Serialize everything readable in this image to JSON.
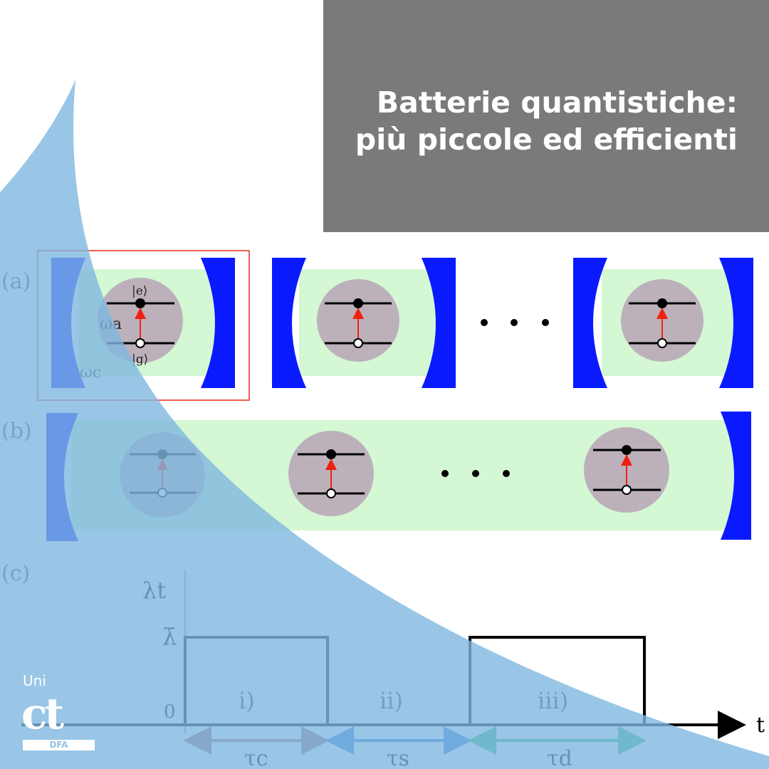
{
  "title": {
    "line1": "Batterie quantistiche:",
    "line2": "più piccole ed efficienti"
  },
  "diagram": {
    "panel_a": "(a)",
    "panel_b": "(b)",
    "panel_c": "(c)",
    "state_e": "|e⟩",
    "state_g": "|g⟩",
    "omega_a": "ωa",
    "omega_c": "ωc",
    "y_axis_label": "λt",
    "x_axis_label": "t",
    "lambda_bar": "λ̄",
    "zero": "0",
    "phase_1": "i)",
    "phase_2": "ii)",
    "phase_3": "iii)",
    "tau_c": "τc",
    "tau_s": "τs",
    "tau_d": "τd"
  },
  "logo": {
    "uni": "Uni",
    "ct": "ct",
    "dept": "DFA"
  },
  "colors": {
    "title_bg": "#7a7a7a",
    "overlay": "#8ec0e3",
    "mirror": "#0a1aff",
    "cavity": "#d4f7d4",
    "atom": "#bcb1bb",
    "tau_c": "#a07070",
    "tau_s": "#3377dd",
    "tau_d": "#33bb77"
  }
}
